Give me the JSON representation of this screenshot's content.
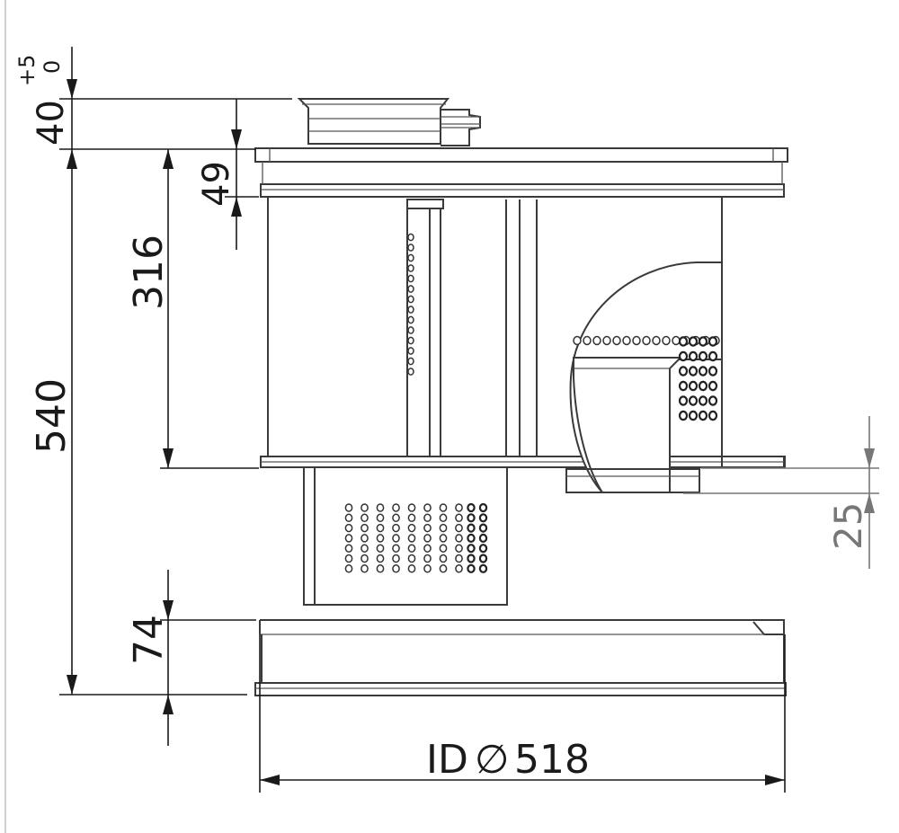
{
  "dimensions": {
    "top_cap_height": "40",
    "tolerance_upper": "+5",
    "tolerance_lower": "0",
    "flange_offset": "49",
    "upper_chamber_height": "316",
    "overall_height": "540",
    "outlet_drop": "25",
    "base_height": "74",
    "inner_diameter_prefix": "ID",
    "inner_diameter_symbol": "∅",
    "inner_diameter": "518"
  }
}
